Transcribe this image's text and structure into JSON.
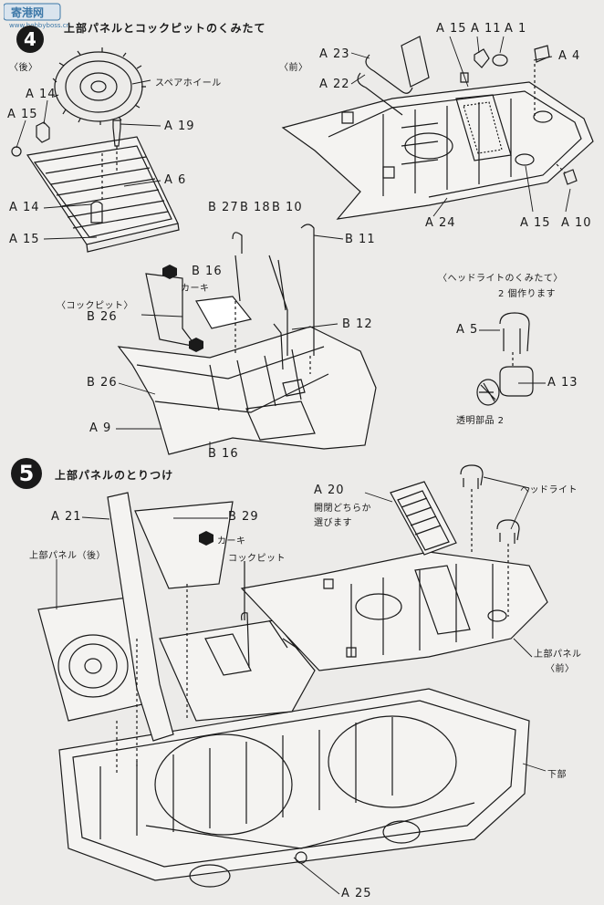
{
  "watermark": {
    "logo_text": "寄港网",
    "url": "www.hobbyboss.cn"
  },
  "step4": {
    "number": "4",
    "title": "上部パネルとコックピットのくみたて",
    "rear_label": "〈後〉",
    "front_label": "〈前〉",
    "spare_wheel_label": "スペアホイール",
    "cockpit_label": "〈コックピット〉",
    "khaki_label": "カーキ",
    "headlight_title": "〈ヘッドライトのくみたて〉",
    "headlight_sub": "2 個作ります",
    "clear_parts": "透明部品 2",
    "parts": {
      "a14_top": "A 14",
      "a15_left": "A 15",
      "a19": "A 19",
      "a6": "A 6",
      "a14_mid": "A 14",
      "a15_bot": "A 15",
      "a23": "A 23",
      "a22": "A 22",
      "a15_top": "A 15",
      "a11": "A 11",
      "a1": "A 1",
      "a4": "A 4",
      "a24": "A 24",
      "a15_right": "A 15",
      "a10": "A 10",
      "b27": "B 27",
      "b18": "B 18",
      "b10": "B 10",
      "b11": "B 11",
      "b16_top": "B 16",
      "b26_top": "B 26",
      "b12": "B 12",
      "b26_mid": "B 26",
      "a9": "A 9",
      "b16_bot": "B 16",
      "a5": "A 5",
      "a13": "A 13"
    }
  },
  "step5": {
    "number": "5",
    "title": "上部パネルのとりつけ",
    "khaki_label": "カーキ",
    "cockpit_label": "コックピット",
    "rear_panel_label": "上部パネル（後）",
    "a20_note_line1": "開閉どちらか",
    "a20_note_line2": "選びます",
    "headlight_label": "ヘッドライト",
    "front_panel_line1": "上部パネル",
    "front_panel_line2": "〈前〉",
    "lower_label": "下部",
    "parts": {
      "a21": "A 21",
      "b29": "B 29",
      "a20": "A 20",
      "a25": "A 25"
    }
  }
}
